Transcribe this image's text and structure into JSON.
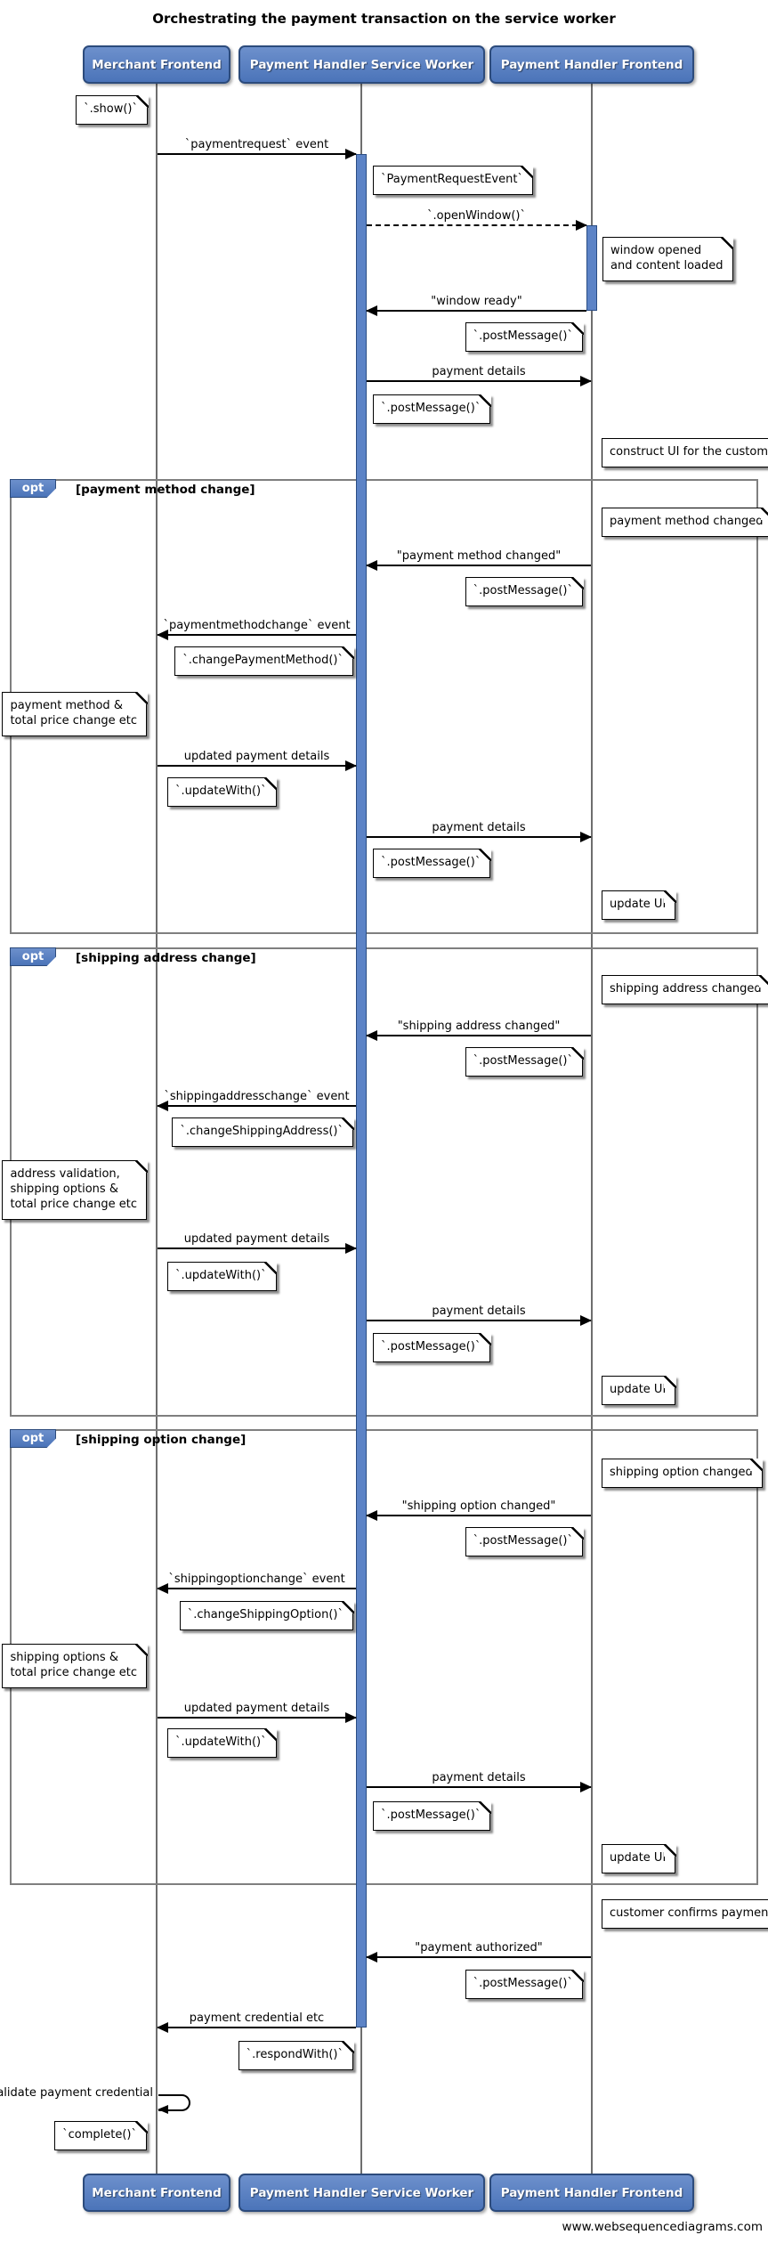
{
  "title": "Orchestrating the payment transaction on the service worker",
  "footer": "www.websequencediagrams.com",
  "participants": [
    "Merchant Frontend",
    "Payment Handler Service Worker",
    "Payment Handler Frontend"
  ],
  "frames": [
    {
      "keyword": "opt",
      "condition": "[payment method change]"
    },
    {
      "keyword": "opt",
      "condition": "[shipping address change]"
    },
    {
      "keyword": "opt",
      "condition": "[shipping option change]"
    }
  ],
  "messages": [
    "`paymentrequest` event",
    "`.openWindow()`",
    "\"window ready\"",
    "payment details",
    "\"payment method changed\"",
    "`paymentmethodchange` event",
    "updated payment details",
    "payment details",
    "\"shipping address changed\"",
    "`shippingaddresschange` event",
    "updated payment details",
    "payment details",
    "\"shipping option changed\"",
    "`shippingoptionchange` event",
    "updated payment details",
    "payment details",
    "\"payment authorized\"",
    "payment credential etc",
    "validate payment credential"
  ],
  "notes": [
    "`.show()`",
    "`PaymentRequestEvent`",
    "window opened\nand content loaded",
    "`.postMessage()`",
    "`.postMessage()`",
    "construct UI for the customer",
    "payment method changed",
    "`.postMessage()`",
    "`.changePaymentMethod()`",
    "payment method &\ntotal price change etc",
    "`.updateWith()`",
    "`.postMessage()`",
    "update UI",
    "shipping address changed",
    "`.postMessage()`",
    "`.changeShippingAddress()`",
    "address validation,\nshipping options &\ntotal price change etc",
    "`.updateWith()`",
    "`.postMessage()`",
    "update UI",
    "shipping option changed",
    "`.postMessage()`",
    "`.changeShippingOption()`",
    "shipping options &\ntotal price change etc",
    "`.updateWith()`",
    "`.postMessage()`",
    "update UI",
    "customer confirms payment",
    "`.postMessage()`",
    "`.respondWith()`",
    "`complete()`"
  ],
  "colors": {
    "participant_fill": "#4b74b9",
    "participant_border": "#2c4b7c",
    "activation_fill": "#5c83c6",
    "frame_border": "#7f7f7f"
  }
}
